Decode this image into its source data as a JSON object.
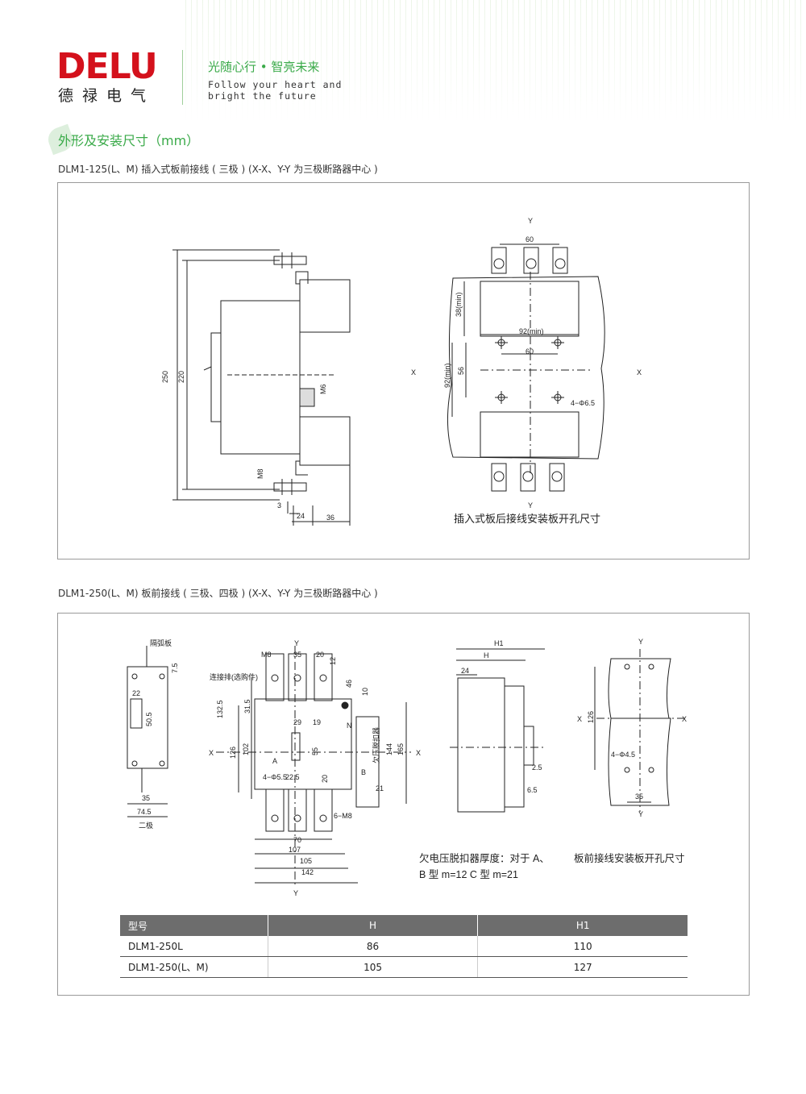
{
  "brand": {
    "logo": "DELU",
    "name_cn": "德禄电气",
    "slogan_cn": "光随心行 • 智亮未来",
    "slogan_en": [
      "Follow your heart and",
      "bright the future"
    ]
  },
  "section_title": "外形及安装尺寸（mm）",
  "figure1": {
    "caption": "DLM1-125(L、M) 插入式板前接线 ( 三极 )  (X-X、Y-Y 为三极断路器中心 )",
    "side_view_dims": [
      "250",
      "220",
      "M6",
      "M8",
      "3",
      "24",
      "36"
    ],
    "cutout_dims": [
      "60",
      "38(min)",
      "92(min)",
      "60",
      "92(min)",
      "56",
      "4−Φ6.5"
    ],
    "axis_labels": {
      "x": "X",
      "y": "Y"
    },
    "cutout_caption": "插入式板后接线安装板开孔尺寸"
  },
  "figure2": {
    "caption": "DLM1-250(L、M) 板前接线 ( 三极、四极 )  (X-X、Y-Y 为三极断路器中心 )",
    "two_pole": {
      "labels": [
        "隔弧板",
        "二极"
      ],
      "dims": [
        "7.5",
        "22",
        "50.5",
        "35",
        "74.5"
      ]
    },
    "front_view": {
      "labels": [
        "M8",
        "连接排(选购件)",
        "A",
        "B",
        "N",
        "欠压脱扣器",
        "6−M8",
        "4−Φ5.5"
      ],
      "dims": [
        "35",
        "20",
        "12",
        "46",
        "10",
        "132.5",
        "31.5",
        "29",
        "19",
        "126",
        "102",
        "55",
        "144",
        "165",
        "22.5",
        "20",
        "21",
        "70",
        "107",
        "105",
        "142"
      ]
    },
    "side_view": {
      "dims": [
        "H1",
        "H",
        "24",
        "2.5",
        "6.5"
      ]
    },
    "cutout": {
      "dims": [
        "126",
        "4−Φ4.5",
        "35"
      ]
    },
    "axis_labels": {
      "x": "X",
      "y": "Y"
    },
    "note": [
      "欠电压脱扣器厚度：对于 A、",
      "B 型 m=12  C 型 m=21"
    ],
    "cutout_caption": "板前接线安装板开孔尺寸",
    "table": {
      "headers": [
        "型号",
        "H",
        "H1"
      ],
      "rows": [
        [
          "DLM1-250L",
          "86",
          "110"
        ],
        [
          "DLM1-250(L、M)",
          "105",
          "127"
        ]
      ]
    }
  },
  "colors": {
    "brand_red": "#d4111c",
    "accent_green": "#3aaa49",
    "header_gray": "#6d6d6d"
  }
}
